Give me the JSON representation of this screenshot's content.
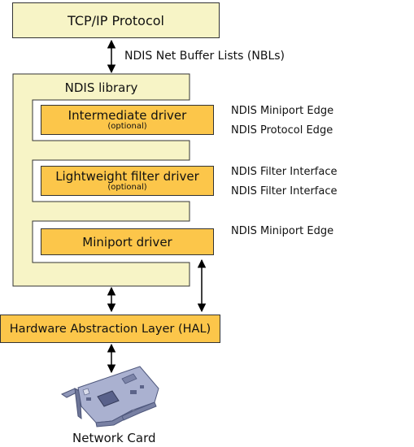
{
  "top_box": {
    "label": "TCP/IP Protocol"
  },
  "nbl_label": "NDIS Net Buffer Lists (NBLs)",
  "ndis_library": {
    "label": "NDIS library"
  },
  "intermediate": {
    "label": "Intermediate driver",
    "sub": "(optional)"
  },
  "lwf": {
    "label": "Lightweight filter driver",
    "sub": "(optional)"
  },
  "miniport": {
    "label": "Miniport driver"
  },
  "edges": {
    "e1": "NDIS Miniport Edge",
    "e2": "NDIS Protocol Edge",
    "e3": "NDIS Filter Interface",
    "e4": "NDIS Filter Interface",
    "e5": "NDIS Miniport Edge"
  },
  "hal": {
    "label": "Hardware Abstraction Layer (HAL)"
  },
  "network_card": {
    "label": "Network Card"
  }
}
